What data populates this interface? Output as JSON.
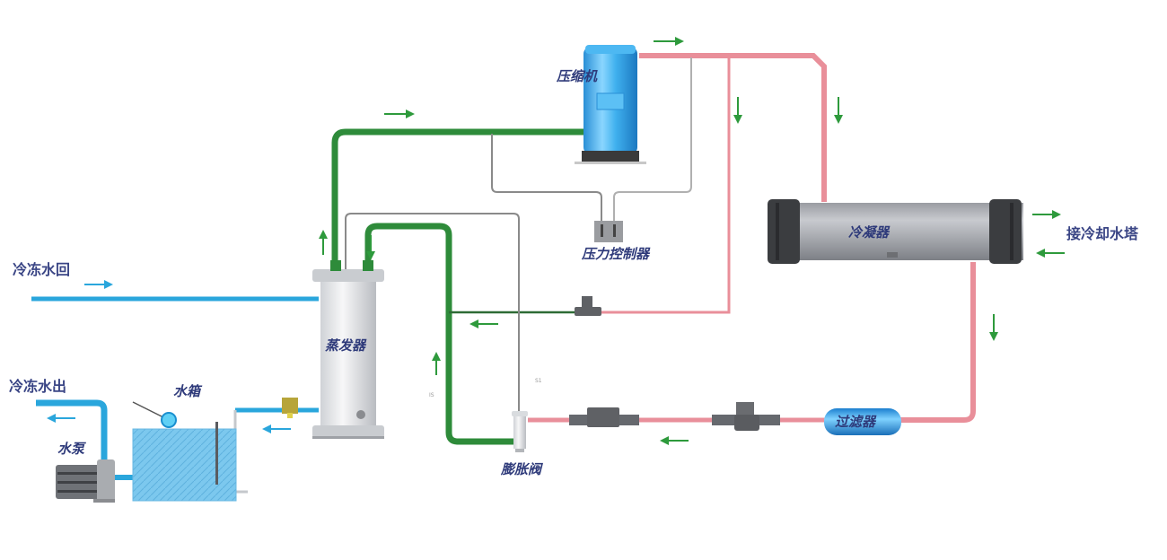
{
  "diagram": {
    "title": "冷水机组制冷循环原理图",
    "components": {
      "compressor": "压缩机",
      "pressure_controller": "压力控制器",
      "condenser": "冷凝器",
      "cooling_tower": "接冷却水塔",
      "evaporator": "蒸发器",
      "expansion_valve": "膨胀阀",
      "filter": "过滤器",
      "water_tank": "水箱",
      "water_pump": "水泵",
      "chilled_water_return": "冷冻水回",
      "chilled_water_out": "冷冻水出"
    },
    "small_marks": {
      "mark_left": "IS",
      "mark_right": "S1"
    },
    "colors": {
      "suction_line": "#2e8b3a",
      "discharge_line": "#e98f9a",
      "water_line": "#2aa6dc",
      "capillary": "#8a8a8a",
      "arrow_green": "#2e9a3c",
      "arrow_blue": "#2aa6dc",
      "label": "#2e3a7a"
    }
  }
}
